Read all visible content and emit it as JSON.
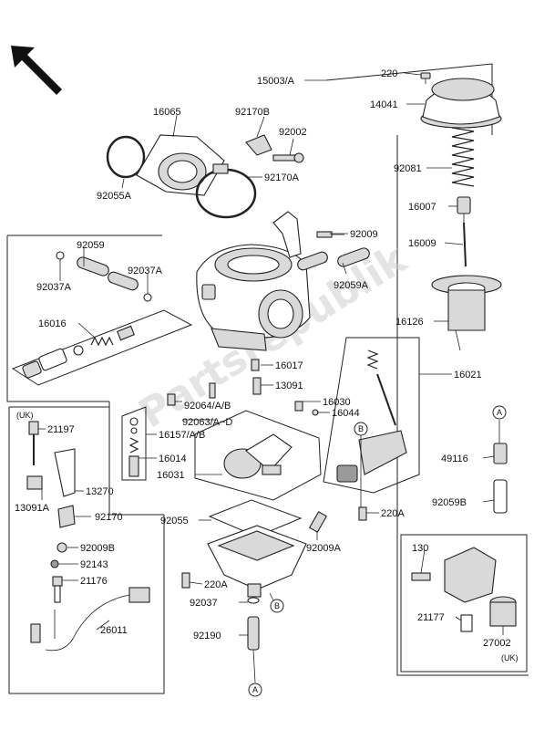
{
  "watermark": "Partsrepublik",
  "callouts": {
    "A": "A",
    "B": "B"
  },
  "region_notes": {
    "uk_left": "(UK)",
    "uk_right": "(UK)"
  },
  "labels": {
    "p15003": "15003/A",
    "p220": "220",
    "p14041": "14041",
    "p16065": "16065",
    "p92170B": "92170B",
    "p92002": "92002",
    "p92055A": "92055A",
    "p92170A": "92170A",
    "p92081": "92081",
    "p16007": "16007",
    "p92009": "92009",
    "p16009": "16009",
    "p92059": "92059",
    "p92037A_l": "92037A",
    "p92037A_r": "92037A",
    "p92059A": "92059A",
    "p16126": "16126",
    "p16016": "16016",
    "p16021": "16021",
    "p16017": "16017",
    "p13091": "13091",
    "p16030": "16030",
    "p16044": "16044",
    "p92064": "92064/A/B",
    "p92063": "92063/A~D",
    "p16157": "16157/A/B",
    "p16014": "16014",
    "p16031": "16031",
    "p21197": "21197",
    "p13270": "13270",
    "p13091A": "13091A",
    "p92170": "92170",
    "p92009B": "92009B",
    "p92143": "92143",
    "p21176": "21176",
    "p26011": "26011",
    "p92055": "92055",
    "p92009A": "92009A",
    "p220A_l": "220A",
    "p220A_r": "220A",
    "p92037": "92037",
    "p92190": "92190",
    "p49116": "49116",
    "p92059B": "92059B",
    "p130": "130",
    "p21177": "21177",
    "p27002": "27002"
  }
}
